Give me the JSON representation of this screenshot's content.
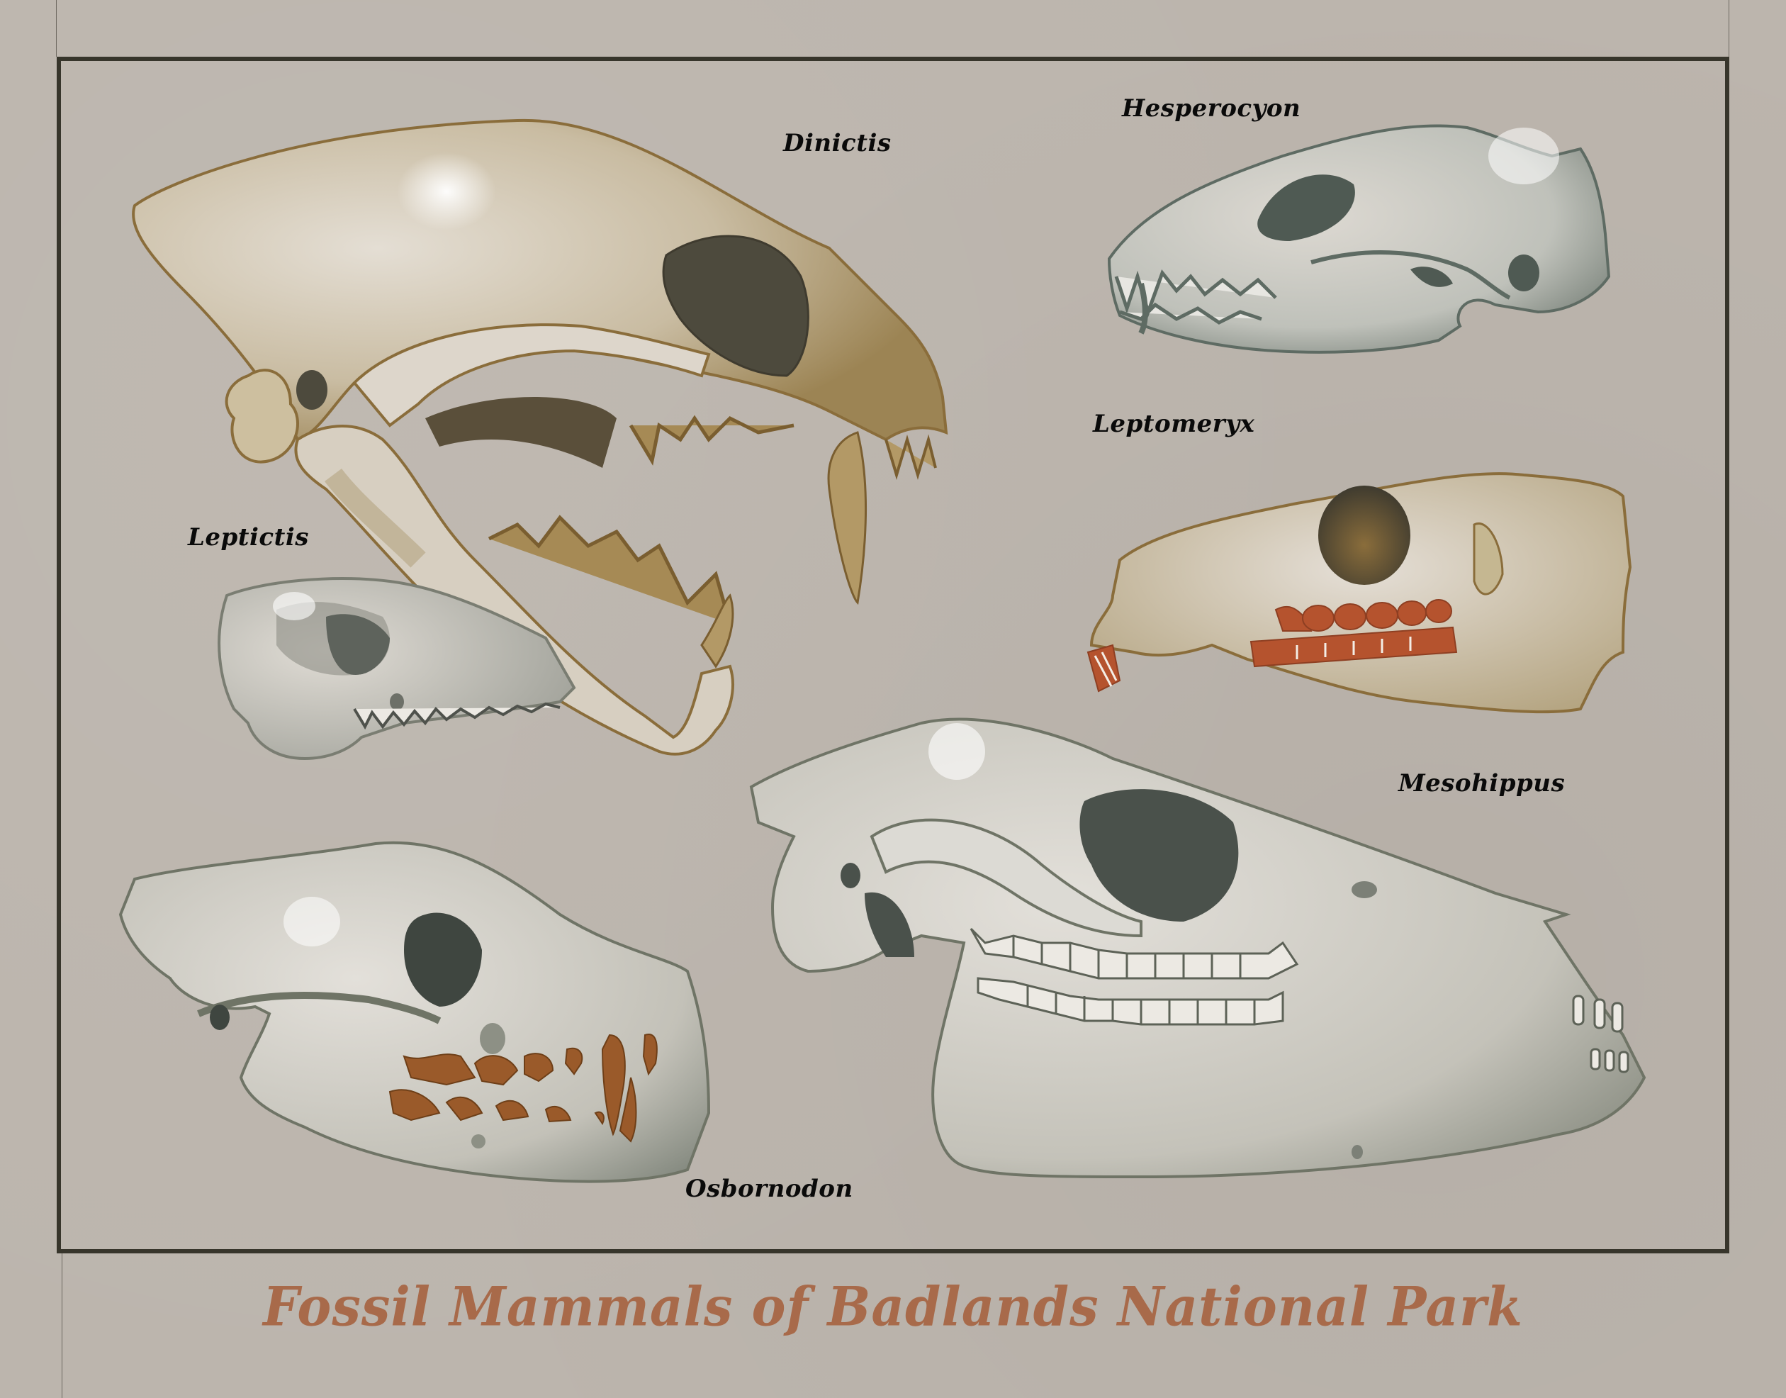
{
  "poster": {
    "title": "Fossil Mammals of Badlands National Park",
    "title_color": "#a86a4a",
    "background_color": "#bcb5ad",
    "frame_color": "#37352b"
  },
  "specimens": [
    {
      "id": "dinictis",
      "label": "Dinictis",
      "line_color": "#8a6d3b"
    },
    {
      "id": "hesperocyon",
      "label": "Hesperocyon",
      "line_color": "#5e6b63"
    },
    {
      "id": "leptictis",
      "label": "Leptictis",
      "line_color": "#7a7d72"
    },
    {
      "id": "leptomeryx",
      "label": "Leptomeryx",
      "line_color": "#8a6d3b",
      "teeth_color": "#b5532e"
    },
    {
      "id": "mesohippus",
      "label": "Mesohippus",
      "line_color": "#6f7466"
    },
    {
      "id": "osbornodon",
      "label": "Osbornodon",
      "line_color": "#6f7466",
      "teeth_color": "#9a5a2a"
    }
  ]
}
